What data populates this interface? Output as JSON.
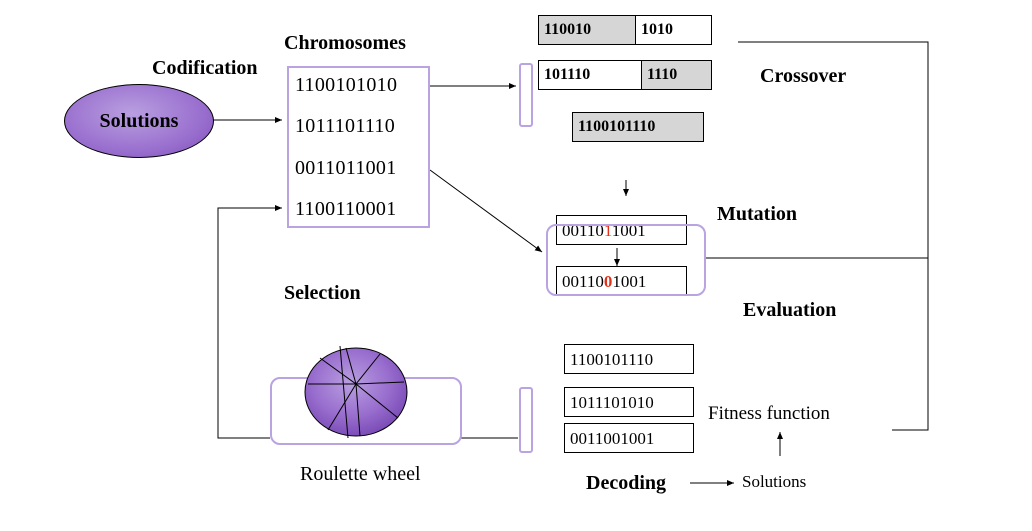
{
  "labels": {
    "codification": "Codification",
    "chromosomes": "Chromosomes",
    "solutions_node": "Solutions",
    "crossover": "Crossover",
    "mutation": "Mutation",
    "evaluation": "Evaluation",
    "selection": "Selection",
    "roulette_wheel": "Roulette wheel",
    "fitness_function": "Fitness function",
    "decoding": "Decoding",
    "solutions_out": "Solutions"
  },
  "chromosomes": [
    "1100101010",
    "1011101110",
    "0011011001",
    "1100110001"
  ],
  "crossover": {
    "parent1": {
      "head": "110010",
      "tail": "1010"
    },
    "parent2": {
      "head": "101110",
      "tail": "1110"
    },
    "offspring": "1100101110"
  },
  "mutation": {
    "before": {
      "prefix": "00110",
      "bit": "1",
      "suffix": "1001"
    },
    "after": {
      "prefix": "00110",
      "bit": "0",
      "suffix": "1001"
    }
  },
  "evaluation_list": [
    "1100101110",
    "1011101010",
    "0011001001"
  ],
  "colors": {
    "node_fill": "#9a70cf",
    "frame": "#b9a3e0",
    "highlight_cell": "#d6d6d6",
    "mutated_bit": "#e0311b"
  }
}
